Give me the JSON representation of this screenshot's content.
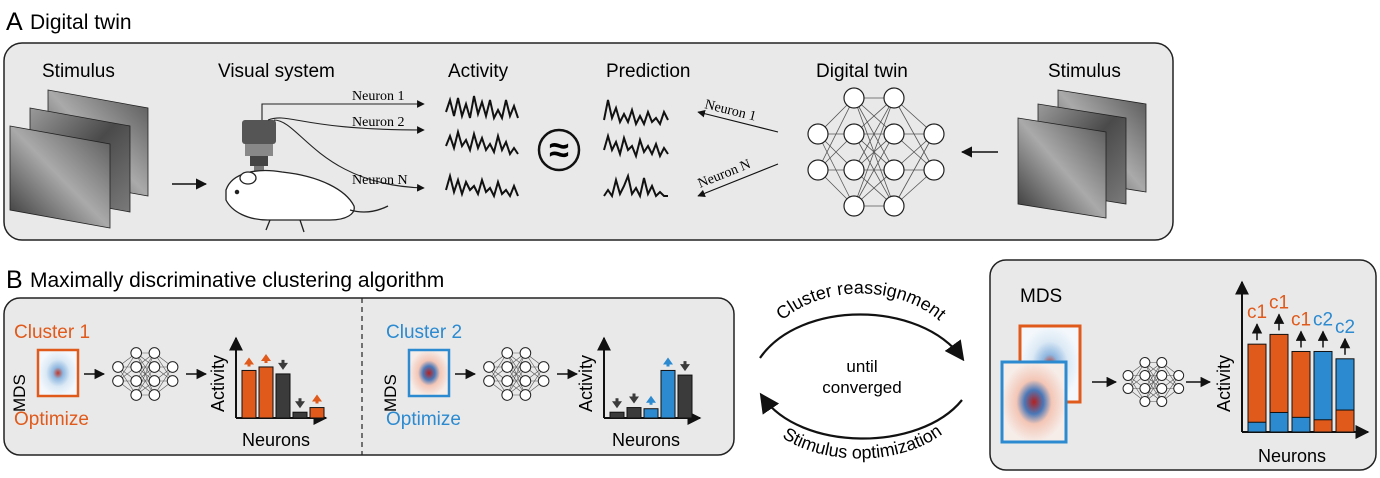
{
  "panel_a": {
    "letter": "A",
    "title": "Digital twin",
    "stimulus_left": "Stimulus",
    "visual_system": "Visual system",
    "activity": "Activity",
    "prediction": "Prediction",
    "digital_twin": "Digital twin",
    "stimulus_right": "Stimulus",
    "neuron_1": "Neuron 1",
    "neuron_2": "Neuron 2",
    "neuron_n": "Neuron N",
    "approx": "≈",
    "pred_neuron_1": "Neuron 1",
    "pred_neuron_n": "Neuron N"
  },
  "panel_b": {
    "letter": "B",
    "title": "Maximally discriminative clustering algorithm",
    "cluster1": {
      "label": "Cluster 1",
      "action": "Optimize",
      "mds": "MDS",
      "color": "#e05a1b"
    },
    "cluster2": {
      "label": "Cluster 2",
      "action": "Optimize",
      "mds": "MDS",
      "color": "#2b8ad0"
    },
    "activity": "Activity",
    "neurons": "Neurons",
    "loop_top": "Cluster reassignment",
    "loop_mid_1": "until",
    "loop_mid_2": "converged",
    "loop_bottom": "Stimulus optimization",
    "right": {
      "mds": "MDS",
      "activity": "Activity",
      "neurons": "Neurons",
      "labels": [
        "c1",
        "c1",
        "c1",
        "c2",
        "c2"
      ]
    }
  },
  "colors": {
    "orange": "#e05a1b",
    "blue": "#2b8ad0",
    "dark": "#3b3b3b",
    "panel": "#e9e9e9"
  }
}
